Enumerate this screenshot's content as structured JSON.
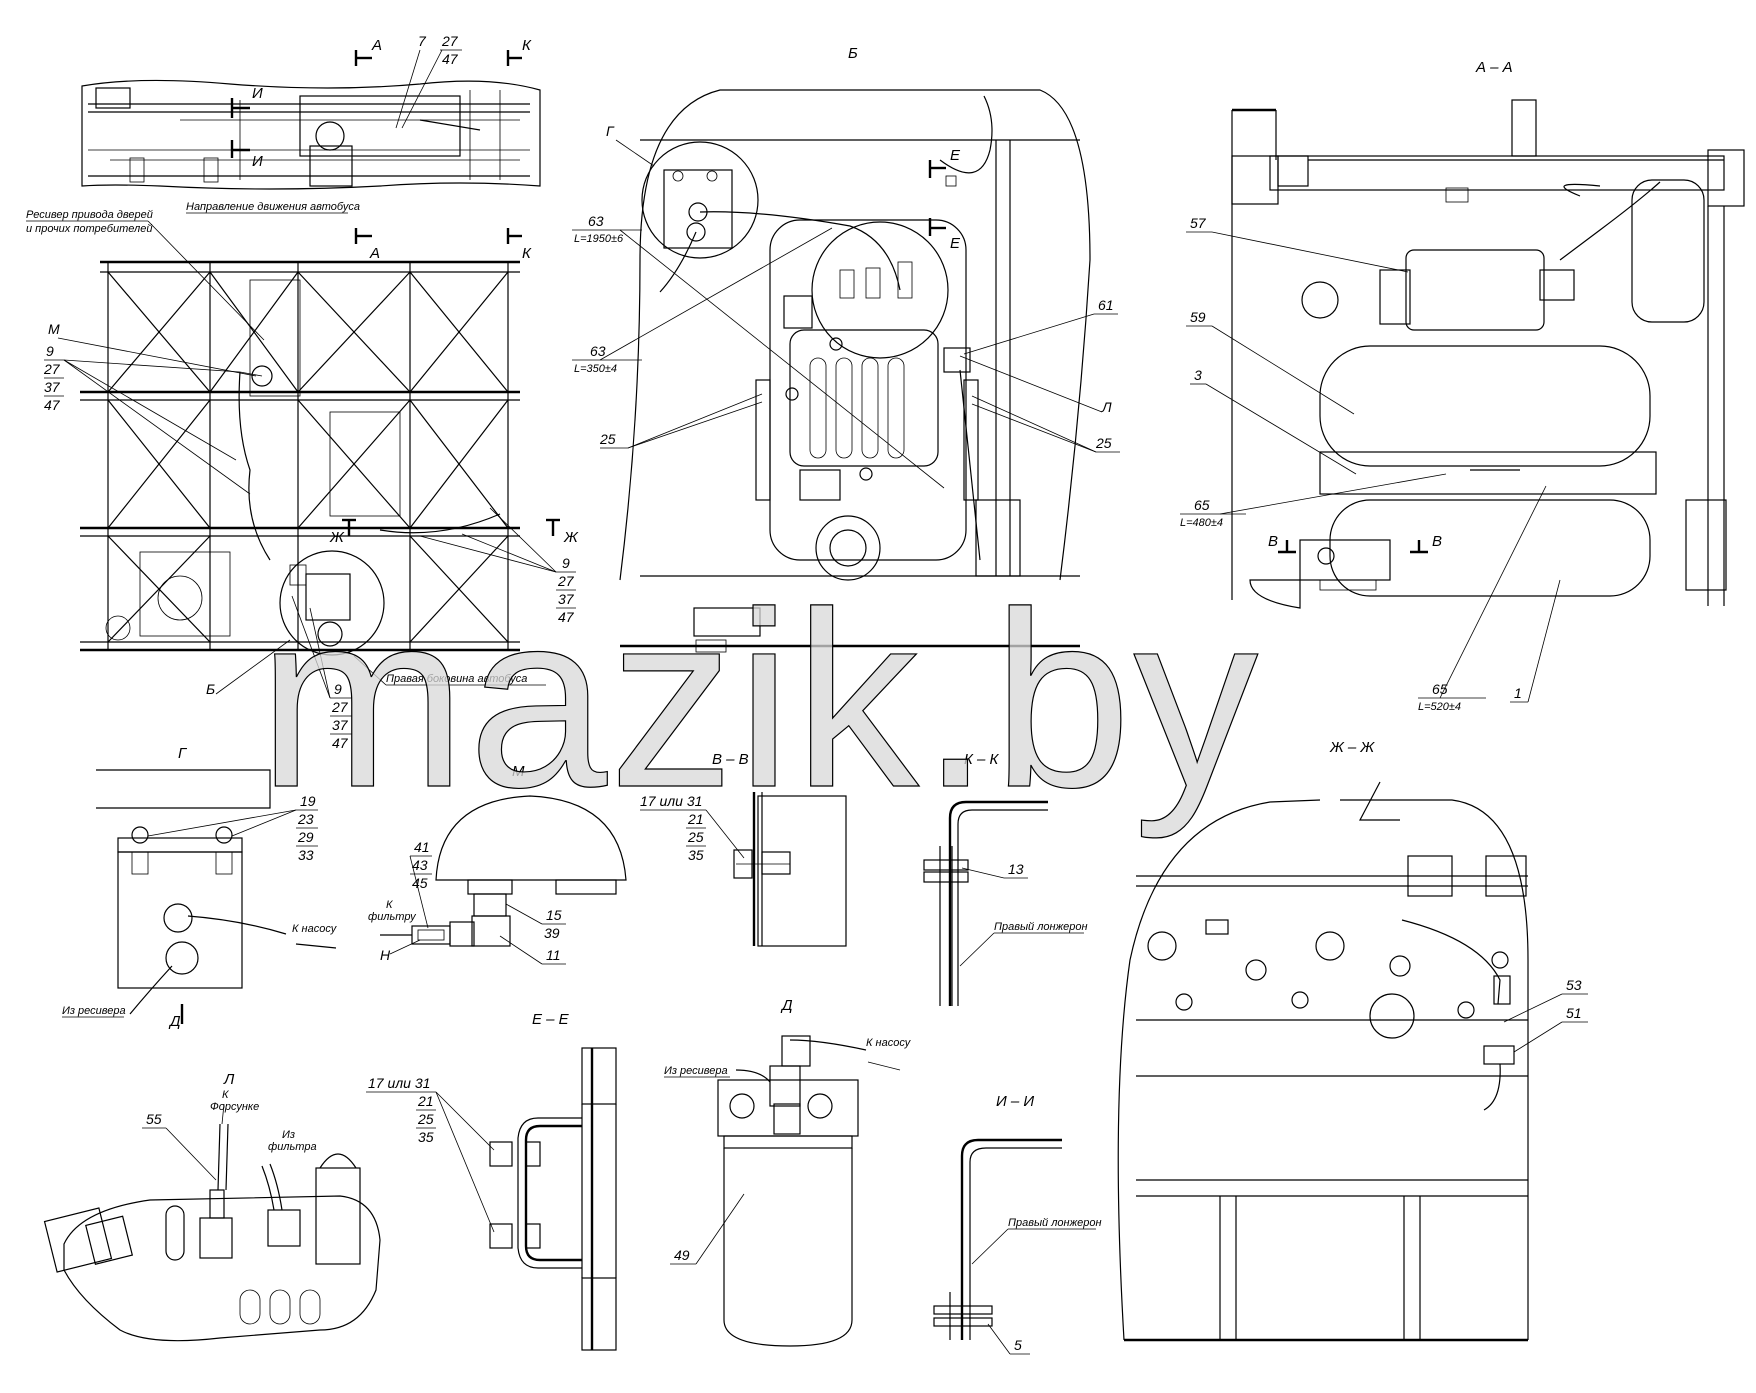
{
  "watermark": "mazik.by",
  "views": {
    "b": "Б",
    "aa": "А – А",
    "g": "Г",
    "m": "М",
    "vv": "В – В",
    "kk": "К – К",
    "zhzh": "Ж – Ж",
    "d": "Д",
    "ee": "Е – Е",
    "l": "Л",
    "ii": "И – И"
  },
  "section_marks": {
    "a": "А",
    "k": "К",
    "i": "И",
    "zh": "Ж",
    "e": "Е",
    "v": "В",
    "d": "Д"
  },
  "notes": {
    "receiver_line1": "Ресивер привода дверей",
    "receiver_line2": "и прочих потребителей",
    "direction": "Направление движения автобуса",
    "right_side": "Правая боковина автобуса",
    "to_pump": "К насосу",
    "from_receiver": "Из ресивера",
    "to_filter_1": "К",
    "to_filter_2": "фильтру",
    "to_injector_1": "К",
    "to_injector_2": "Форсунке",
    "from_filter_1": "Из",
    "from_filter_2": "фильтра",
    "right_spar": "Правый лонжерон",
    "h": "Н"
  },
  "callouts": {
    "c7": "7",
    "c27": "27",
    "c47": "47",
    "m": "М",
    "c9": "9",
    "c37": "37",
    "b": "Б",
    "c63": "63",
    "l1950": "L=1950±6",
    "l350": "L=350±4",
    "c25": "25",
    "c61": "61",
    "l": "Л",
    "g": "Г",
    "c57": "57",
    "c59": "59",
    "c3": "3",
    "c65": "65",
    "l480": "L=480±4",
    "l520": "L=520±4",
    "c1": "1",
    "c19": "19",
    "c23": "23",
    "c29": "29",
    "c33": "33",
    "c41": "41",
    "c43": "43",
    "c45": "45",
    "c15": "15",
    "c39": "39",
    "c11": "11",
    "c17or31": "17 или 31",
    "c21": "21",
    "c35": "35",
    "c13": "13",
    "c53": "53",
    "c51": "51",
    "c55": "55",
    "c49": "49",
    "c5": "5"
  }
}
